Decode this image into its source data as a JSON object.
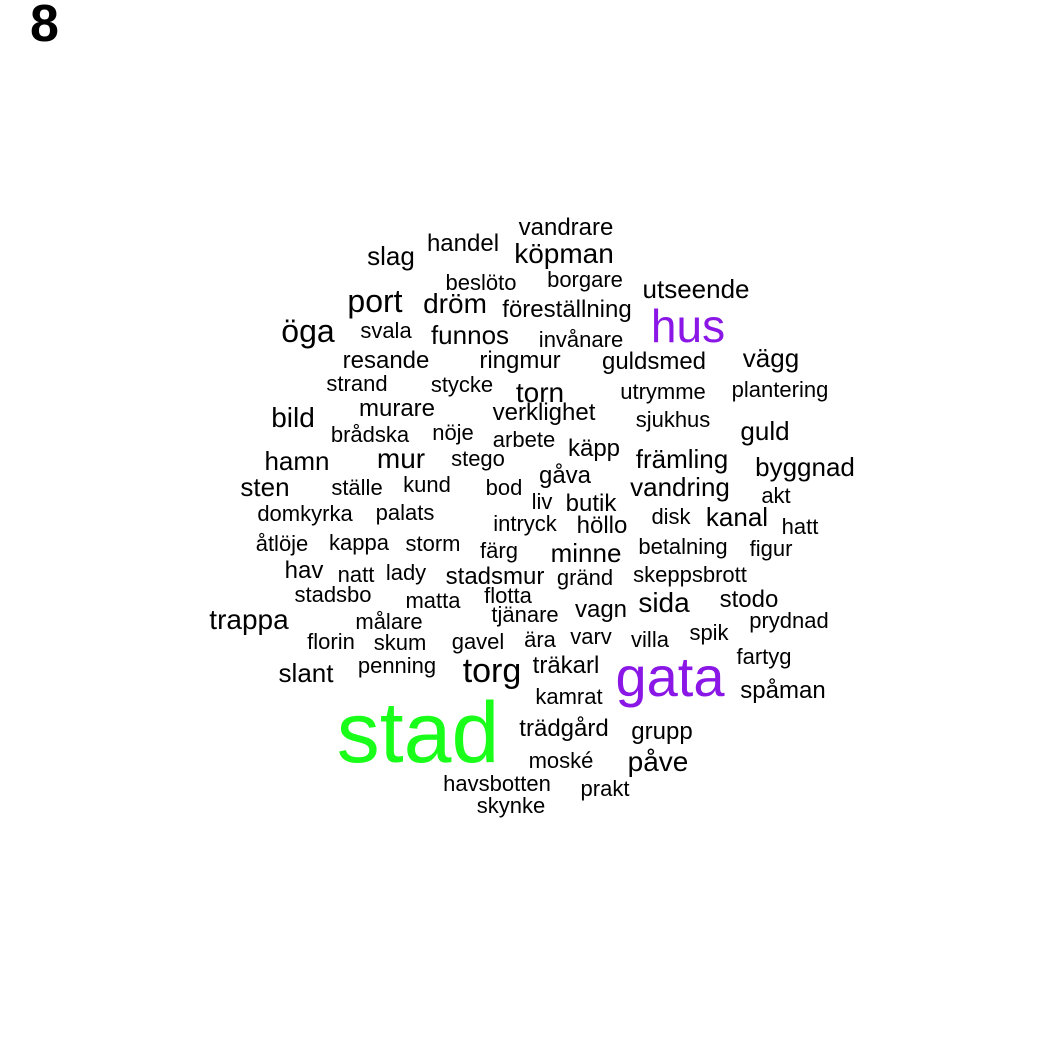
{
  "panel_label": "8",
  "colors": {
    "default": "#000000",
    "purple": "#8a17e6",
    "green": "#1aff1a"
  },
  "words": [
    {
      "text": "vandrare",
      "color": "default"
    },
    {
      "text": "handel",
      "color": "default"
    },
    {
      "text": "slag",
      "color": "default"
    },
    {
      "text": "köpman",
      "color": "default"
    },
    {
      "text": "beslöto",
      "color": "default"
    },
    {
      "text": "borgare",
      "color": "default"
    },
    {
      "text": "utseende",
      "color": "default"
    },
    {
      "text": "port",
      "color": "default"
    },
    {
      "text": "dröm",
      "color": "default"
    },
    {
      "text": "föreställning",
      "color": "default"
    },
    {
      "text": "öga",
      "color": "default"
    },
    {
      "text": "svala",
      "color": "default"
    },
    {
      "text": "funnos",
      "color": "default"
    },
    {
      "text": "invånare",
      "color": "default"
    },
    {
      "text": "hus",
      "color": "purple"
    },
    {
      "text": "resande",
      "color": "default"
    },
    {
      "text": "ringmur",
      "color": "default"
    },
    {
      "text": "guldsmed",
      "color": "default"
    },
    {
      "text": "vägg",
      "color": "default"
    },
    {
      "text": "strand",
      "color": "default"
    },
    {
      "text": "stycke",
      "color": "default"
    },
    {
      "text": "torn",
      "color": "default"
    },
    {
      "text": "utrymme",
      "color": "default"
    },
    {
      "text": "plantering",
      "color": "default"
    },
    {
      "text": "bild",
      "color": "default"
    },
    {
      "text": "murare",
      "color": "default"
    },
    {
      "text": "verklighet",
      "color": "default"
    },
    {
      "text": "sjukhus",
      "color": "default"
    },
    {
      "text": "brådska",
      "color": "default"
    },
    {
      "text": "nöje",
      "color": "default"
    },
    {
      "text": "arbete",
      "color": "default"
    },
    {
      "text": "guld",
      "color": "default"
    },
    {
      "text": "käpp",
      "color": "default"
    },
    {
      "text": "hamn",
      "color": "default"
    },
    {
      "text": "mur",
      "color": "default"
    },
    {
      "text": "stego",
      "color": "default"
    },
    {
      "text": "främling",
      "color": "default"
    },
    {
      "text": "byggnad",
      "color": "default"
    },
    {
      "text": "gåva",
      "color": "default"
    },
    {
      "text": "sten",
      "color": "default"
    },
    {
      "text": "ställe",
      "color": "default"
    },
    {
      "text": "kund",
      "color": "default"
    },
    {
      "text": "bod",
      "color": "default"
    },
    {
      "text": "vandring",
      "color": "default"
    },
    {
      "text": "liv",
      "color": "default"
    },
    {
      "text": "akt",
      "color": "default"
    },
    {
      "text": "butik",
      "color": "default"
    },
    {
      "text": "domkyrka",
      "color": "default"
    },
    {
      "text": "palats",
      "color": "default"
    },
    {
      "text": "disk",
      "color": "default"
    },
    {
      "text": "kanal",
      "color": "default"
    },
    {
      "text": "intryck",
      "color": "default"
    },
    {
      "text": "hatt",
      "color": "default"
    },
    {
      "text": "höllo",
      "color": "default"
    },
    {
      "text": "åtlöje",
      "color": "default"
    },
    {
      "text": "kappa",
      "color": "default"
    },
    {
      "text": "storm",
      "color": "default"
    },
    {
      "text": "färg",
      "color": "default"
    },
    {
      "text": "betalning",
      "color": "default"
    },
    {
      "text": "figur",
      "color": "default"
    },
    {
      "text": "minne",
      "color": "default"
    },
    {
      "text": "hav",
      "color": "default"
    },
    {
      "text": "natt",
      "color": "default"
    },
    {
      "text": "lady",
      "color": "default"
    },
    {
      "text": "stadsmur",
      "color": "default"
    },
    {
      "text": "gränd",
      "color": "default"
    },
    {
      "text": "skeppsbrott",
      "color": "default"
    },
    {
      "text": "stadsbo",
      "color": "default"
    },
    {
      "text": "flotta",
      "color": "default"
    },
    {
      "text": "matta",
      "color": "default"
    },
    {
      "text": "sida",
      "color": "default"
    },
    {
      "text": "stodo",
      "color": "default"
    },
    {
      "text": "trappa",
      "color": "default"
    },
    {
      "text": "tjänare",
      "color": "default"
    },
    {
      "text": "vagn",
      "color": "default"
    },
    {
      "text": "målare",
      "color": "default"
    },
    {
      "text": "prydnad",
      "color": "default"
    },
    {
      "text": "florin",
      "color": "default"
    },
    {
      "text": "skum",
      "color": "default"
    },
    {
      "text": "gavel",
      "color": "default"
    },
    {
      "text": "ära",
      "color": "default"
    },
    {
      "text": "varv",
      "color": "default"
    },
    {
      "text": "villa",
      "color": "default"
    },
    {
      "text": "spik",
      "color": "default"
    },
    {
      "text": "fartyg",
      "color": "default"
    },
    {
      "text": "penning",
      "color": "default"
    },
    {
      "text": "träkarl",
      "color": "default"
    },
    {
      "text": "slant",
      "color": "default"
    },
    {
      "text": "torg",
      "color": "default"
    },
    {
      "text": "gata",
      "color": "purple"
    },
    {
      "text": "spåman",
      "color": "default"
    },
    {
      "text": "kamrat",
      "color": "default"
    },
    {
      "text": "stad",
      "color": "green"
    },
    {
      "text": "trädgård",
      "color": "default"
    },
    {
      "text": "grupp",
      "color": "default"
    },
    {
      "text": "moské",
      "color": "default"
    },
    {
      "text": "påve",
      "color": "default"
    },
    {
      "text": "havsbotten",
      "color": "default"
    },
    {
      "text": "prakt",
      "color": "default"
    },
    {
      "text": "skynke",
      "color": "default"
    }
  ]
}
